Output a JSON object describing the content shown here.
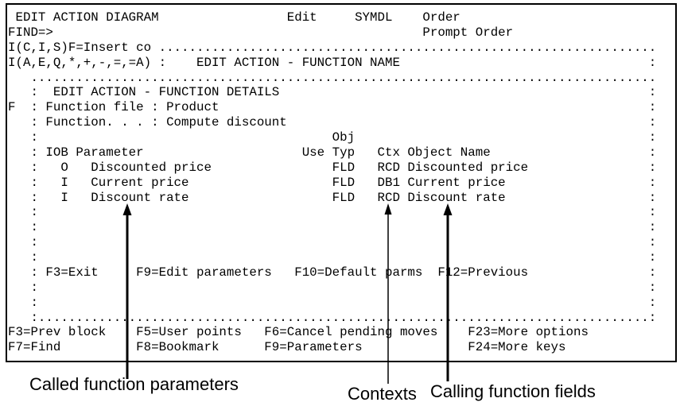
{
  "colors": {
    "foreground": "#000000",
    "background": "#ffffff",
    "border": "#000000"
  },
  "terminal": {
    "title": "EDIT ACTION DIAGRAM",
    "mode": "Edit",
    "model": "SYMDL",
    "object": "Order",
    "find_prompt": "FIND=>",
    "lines": [
      " EDIT ACTION DIAGRAM                 Edit     SYMDL    Order",
      "FIND=>                                                 Prompt Order",
      "I(C,I,S)F=Insert co ..................................................................",
      "I(A,E,Q,*,+,-,=,=A) :    EDIT ACTION - FUNCTION NAME                                 :",
      "   ...................................................................................",
      "   :  EDIT ACTION - FUNCTION DETAILS                                                 :",
      "F  : Function file : Product                                                         :",
      "   : Function. . . : Compute discount                                                :",
      "   :                                       Obj                                       :",
      "   : IOB Parameter                     Use Typ   Ctx Object Name                     :",
      "   :   O   Discounted price                FLD   RCD Discounted price                :",
      "   :   I   Current price                   FLD   DB1 Current price                   :",
      "   :   I   Discount rate                   FLD   RCD Discount rate                   :",
      "   :                                                                                 :",
      "   :                                                                                 :",
      "   :                                                                                 :",
      "   :                                                                                 :",
      "   : F3=Exit     F9=Edit parameters   F10=Default parms  F12=Previous                :",
      "   :                                                                                 :",
      "   :                                                                                 :",
      "   :.................................................................................:",
      "F3=Prev block    F5=User points   F6=Cancel pending moves    F23=More options",
      "F7=Find          F8=Bookmark      F9=Parameters              F24=More keys"
    ]
  },
  "annotations": {
    "called_params": "Called function parameters",
    "contexts": "Contexts",
    "calling_fields": "Calling function fields"
  }
}
